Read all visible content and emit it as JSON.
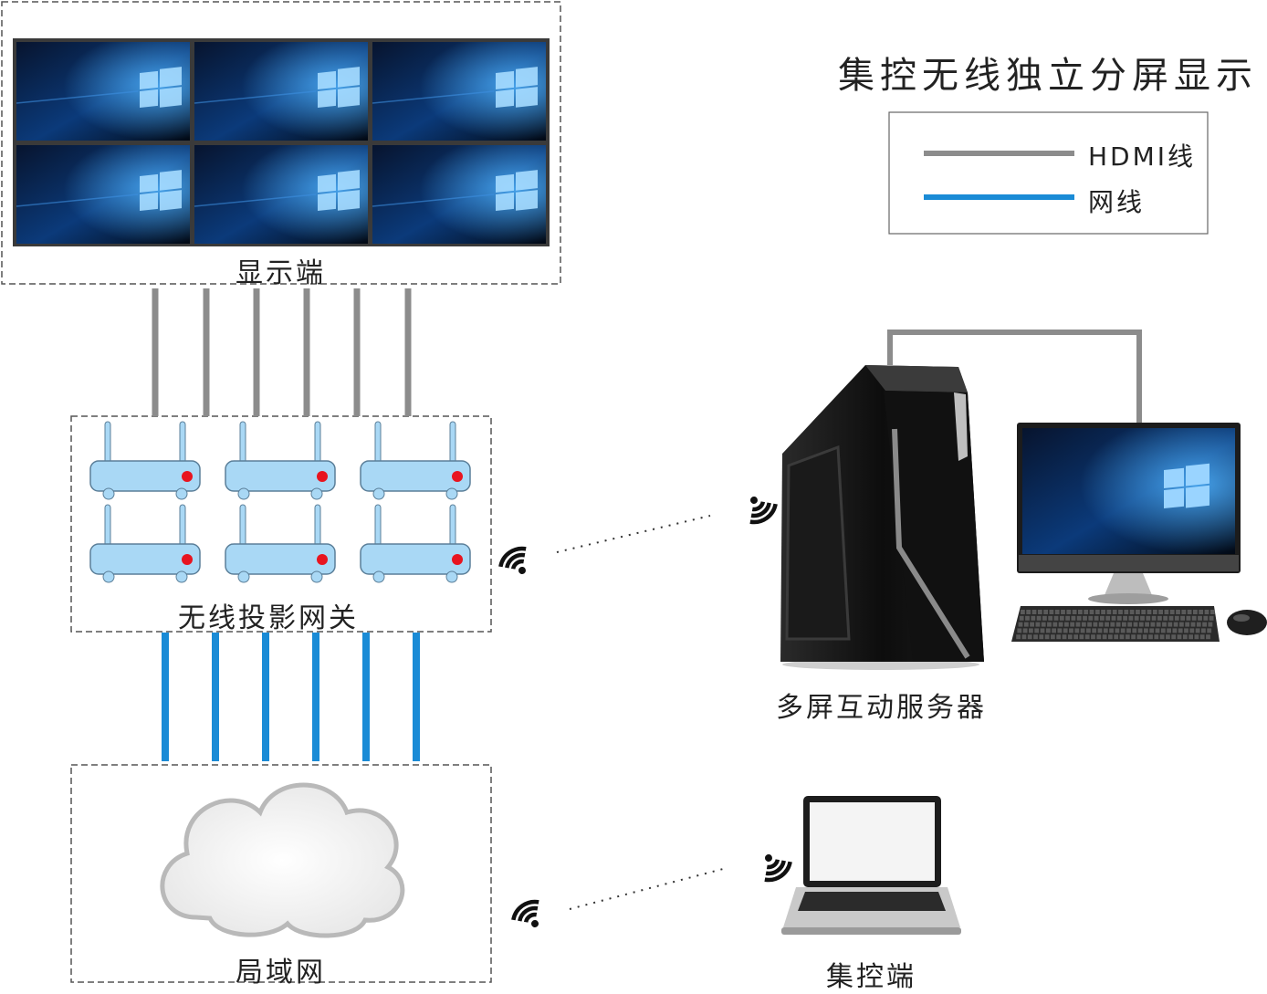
{
  "title": "集控无线独立分屏显示",
  "legend": {
    "items": [
      {
        "label": "HDMI线",
        "color": "#8c8c8c"
      },
      {
        "label": "网线",
        "color": "#1a8bd6"
      }
    ]
  },
  "groups": {
    "display": {
      "label": "显示端",
      "screen_count": 6
    },
    "gateway": {
      "label": "无线投影网关",
      "device_count": 6
    },
    "lan": {
      "label": "局域网"
    },
    "server": {
      "label": "多屏互动服务器"
    },
    "control": {
      "label": "集控端"
    }
  },
  "colors": {
    "hdmi": "#8c8c8c",
    "network": "#1a8bd6",
    "router_body": "#a9d8f5",
    "router_led": "#e8141f",
    "dash": "#555555"
  },
  "icons": [
    "wifi-signal-icon",
    "cloud-icon",
    "router-icon",
    "monitor-icon",
    "pc-tower-icon",
    "laptop-icon"
  ]
}
